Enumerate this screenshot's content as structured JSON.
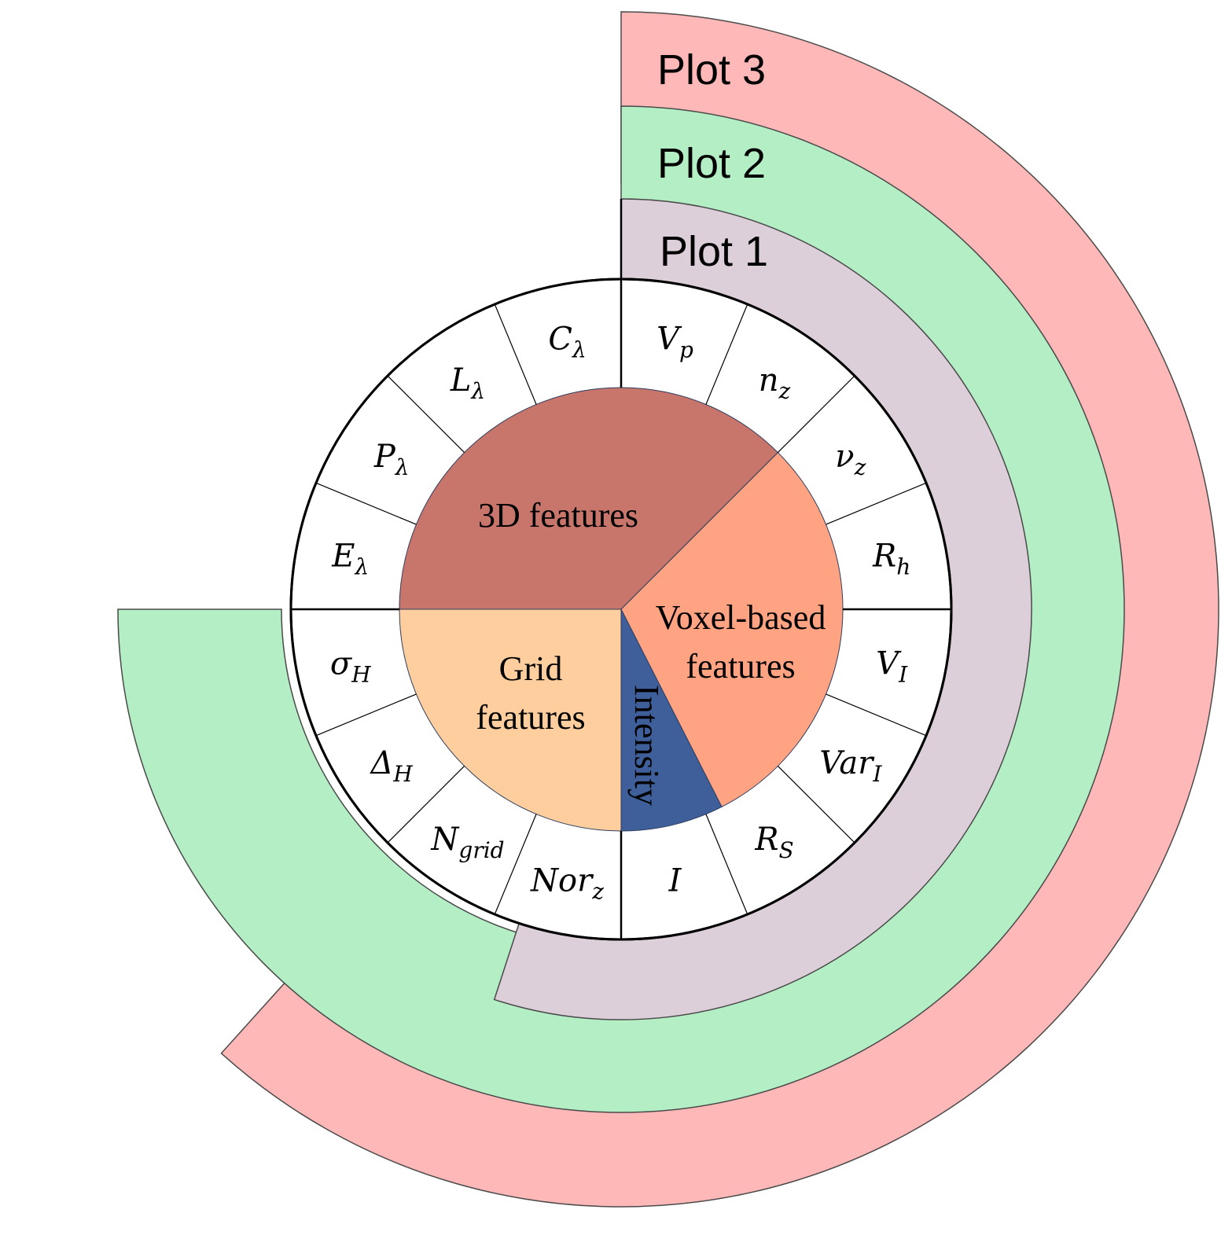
{
  "rings": [
    {
      "label": "Plot 3",
      "color": "#FFB8B8",
      "start_deg": 0,
      "end_deg": 222
    },
    {
      "label": "Plot 2",
      "color": "#B3EEC4",
      "start_deg": 0,
      "end_deg": 270
    },
    {
      "label": "Plot 1",
      "color": "#DCCFDA",
      "start_deg": 0,
      "end_deg": 198
    }
  ],
  "core": [
    {
      "label_lines": [
        "3D features"
      ],
      "color": "#C8756B",
      "start_deg": 270,
      "end_deg": 405
    },
    {
      "label_lines": [
        "Voxel-based",
        "features"
      ],
      "color": "#FFA382",
      "start_deg": 45,
      "end_deg": 153
    },
    {
      "label_lines": [
        "Intensity"
      ],
      "color": "#3F5F9A",
      "start_deg": 153,
      "end_deg": 180
    },
    {
      "label_lines": [
        "Grid",
        "features"
      ],
      "color": "#FFCE9E",
      "start_deg": 180,
      "end_deg": 270
    }
  ],
  "features": [
    {
      "main": "V",
      "sub": "p"
    },
    {
      "main": "n",
      "sub": "z"
    },
    {
      "main": "ν",
      "sub": "z"
    },
    {
      "main": "R",
      "sub": "h"
    },
    {
      "main": "V",
      "sub": "I"
    },
    {
      "main": "Var",
      "sub": "I"
    },
    {
      "main": "R",
      "sub": "S"
    },
    {
      "main": "I",
      "sub": ""
    },
    {
      "main": "Nor",
      "sub": "z"
    },
    {
      "main": "N",
      "sub": "grid"
    },
    {
      "main": "Δ",
      "sub": "H"
    },
    {
      "main": "σ",
      "sub": "H"
    },
    {
      "main": "E",
      "sub": "λ"
    },
    {
      "main": "P",
      "sub": "λ"
    },
    {
      "main": "L",
      "sub": "λ"
    },
    {
      "main": "C",
      "sub": "λ"
    }
  ]
}
